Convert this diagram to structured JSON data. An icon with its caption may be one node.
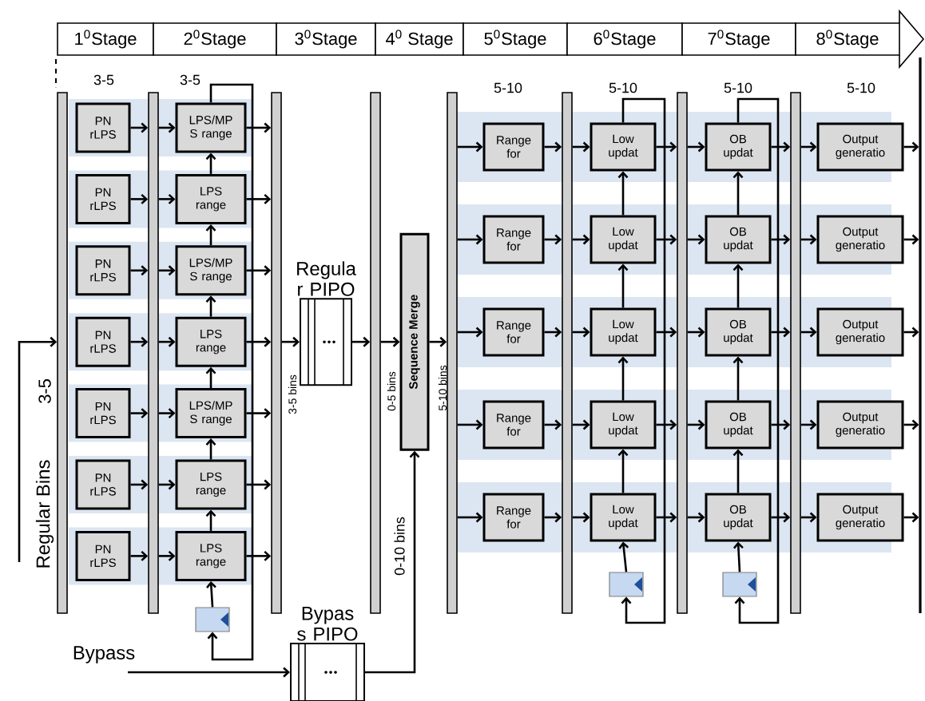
{
  "diagram": {
    "nodes": [
      {
        "text": [
          "1$^{0}$Stage"
        ]
      },
      {
        "text": [
          "2$^{0}$Stage"
        ]
      },
      {
        "text": [
          "3$^{0}$Stage"
        ]
      },
      {
        "text": [
          "4$^{0}$ Stage"
        ]
      },
      {
        "text": [
          "5$^{0}$Stage"
        ]
      },
      {
        "text": [
          "6$^{0}$Stage"
        ]
      },
      {
        "text": [
          "7$^{0}$Stage"
        ]
      },
      {
        "text": [
          "8$^{0}$Stage"
        ]
      },
      {
        "text": [],
        "shape": "bar"
      },
      {
        "text": [],
        "shape": "bar"
      },
      {
        "text": [],
        "shape": "bar"
      },
      {
        "text": [],
        "shape": "bar"
      },
      {
        "text": [],
        "shape": "bar"
      },
      {
        "text": [],
        "shape": "bar"
      },
      {
        "text": [],
        "shape": "bar"
      },
      {
        "text": [],
        "shape": "bar"
      },
      {
        "text": [
          "PN rLPS"
        ]
      },
      {
        "text": [
          "PN rLPS"
        ]
      },
      {
        "text": [
          "PN rLPS"
        ]
      },
      {
        "text": [
          "PN rLPS"
        ]
      },
      {
        "text": [
          "PN rLPS"
        ]
      },
      {
        "text": [
          "PN rLPS"
        ]
      },
      {
        "text": [
          "PN rLPS"
        ]
      },
      {
        "text": [
          "LPS/MP S range"
        ]
      },
      {
        "text": [
          "LPS range"
        ]
      },
      {
        "text": [
          "LPS/MP S range"
        ]
      },
      {
        "text": [
          "LPS range"
        ]
      },
      {
        "text": [
          "LPS/MP S range"
        ]
      },
      {
        "text": [
          "LPS range"
        ]
      },
      {
        "text": [
          "LPS range"
        ]
      },
      {
        "text": [],
        "shape": "box"
      },
      {
        "text": [
          "Regula r PIPO"
        ]
      },
      {
        "text": [
          "Sequence Merge"
        ]
      },
      {
        "text": [
          "Bypass"
        ]
      },
      {
        "text": [
          "Bypas s PIPO"
        ]
      },
      {
        "text": [
          "Range for"
        ]
      },
      {
        "text": [
          "Range for"
        ]
      },
      {
        "text": [
          "Range for"
        ]
      },
      {
        "text": [
          "Range for"
        ]
      },
      {
        "text": [
          "Range for"
        ]
      },
      {
        "text": [
          "Low updat"
        ]
      },
      {
        "text": [
          "Low updat"
        ]
      },
      {
        "text": [
          "Low updat"
        ]
      },
      {
        "text": [
          "Low updat"
        ]
      },
      {
        "text": [
          "Low updat"
        ]
      },
      {
        "text": [],
        "shape": "box"
      },
      {
        "text": [
          "OB updat"
        ]
      },
      {
        "text": [
          "OB updat"
        ]
      },
      {
        "text": [
          "OB updat"
        ]
      },
      {
        "text": [
          "OB updat"
        ]
      },
      {
        "text": [
          "OB updat"
        ]
      },
      {
        "text": [],
        "shape": "box"
      },
      {
        "text": [
          "Output generatio"
        ]
      },
      {
        "text": [
          "Output generatio"
        ]
      },
      {
        "text": [
          "Output generatio"
        ]
      },
      {
        "text": [
          "Output generatio"
        ]
      },
      {
        "text": [
          "Output generatio"
        ]
      },
      {
        "text": [],
        "shape": "line"
      }
    ],
    "edges": [
      {
        "from": null,
        "to": 8,
        "arrow": "to"
      },
      {
        "from": 16,
        "to": 9,
        "arrow": "to"
      },
      {
        "from": 9,
        "to": 23,
        "arrow": "to"
      },
      {
        "from": 23,
        "to": 10,
        "arrow": "to"
      },
      {
        "from": 17,
        "to": 9,
        "arrow": "to"
      },
      {
        "from": 9,
        "to": 24,
        "arrow": "to"
      },
      {
        "from": 24,
        "to": 10,
        "arrow": "to"
      },
      {
        "from": 18,
        "to": 9,
        "arrow": "to"
      },
      {
        "from": 9,
        "to": 25,
        "arrow": "to"
      },
      {
        "from": 25,
        "to": 10,
        "arrow": "to"
      },
      {
        "from": 19,
        "to": 9,
        "arrow": "to"
      },
      {
        "from": 9,
        "to": 26,
        "arrow": "to"
      },
      {
        "from": 26,
        "to": 10,
        "arrow": "to"
      },
      {
        "from": 20,
        "to": 9,
        "arrow": "to"
      },
      {
        "from": 9,
        "to": 27,
        "arrow": "to"
      },
      {
        "from": 27,
        "to": 10,
        "arrow": "to"
      },
      {
        "from": 21,
        "to": 9,
        "arrow": "to"
      },
      {
        "from": 9,
        "to": 28,
        "arrow": "to"
      },
      {
        "from": 28,
        "to": 10,
        "arrow": "to"
      },
      {
        "from": 22,
        "to": 9,
        "arrow": "to"
      },
      {
        "from": 9,
        "to": 29,
        "arrow": "to"
      },
      {
        "from": 29,
        "to": 10,
        "arrow": "to"
      },
      {
        "from": 29,
        "to": 28,
        "arrow": "to"
      },
      {
        "from": 28,
        "to": 27,
        "arrow": "to"
      },
      {
        "from": 27,
        "to": 26,
        "arrow": "to"
      },
      {
        "from": 26,
        "to": 25,
        "arrow": "to"
      },
      {
        "from": 25,
        "to": 24,
        "arrow": "to"
      },
      {
        "from": 24,
        "to": 23,
        "arrow": "to"
      },
      {
        "from": 30,
        "to": 29,
        "arrow": "to"
      },
      {
        "from": 23,
        "to": 30,
        "arrow": "to"
      },
      {
        "from": 10,
        "to": 31,
        "arrow": "to"
      },
      {
        "from": 31,
        "to": 11,
        "arrow": "to"
      },
      {
        "from": 11,
        "to": 32,
        "arrow": "to"
      },
      {
        "from": 32,
        "to": 12,
        "arrow": "to"
      },
      {
        "from": 33,
        "to": 34,
        "arrow": "to"
      },
      {
        "from": 34,
        "to": 32,
        "arrow": "to"
      },
      {
        "from": 12,
        "to": 35,
        "arrow": "to"
      },
      {
        "from": 35,
        "to": 13,
        "arrow": "to"
      },
      {
        "from": 13,
        "to": 40,
        "arrow": "to"
      },
      {
        "from": 40,
        "to": 14,
        "arrow": "to"
      },
      {
        "from": 14,
        "to": 46,
        "arrow": "to"
      },
      {
        "from": 46,
        "to": 15,
        "arrow": "to"
      },
      {
        "from": 15,
        "to": 52,
        "arrow": "to"
      },
      {
        "from": 52,
        "to": 57,
        "arrow": "to"
      },
      {
        "from": 12,
        "to": 36,
        "arrow": "to"
      },
      {
        "from": 36,
        "to": 13,
        "arrow": "to"
      },
      {
        "from": 13,
        "to": 41,
        "arrow": "to"
      },
      {
        "from": 41,
        "to": 14,
        "arrow": "to"
      },
      {
        "from": 14,
        "to": 47,
        "arrow": "to"
      },
      {
        "from": 47,
        "to": 15,
        "arrow": "to"
      },
      {
        "from": 15,
        "to": 53,
        "arrow": "to"
      },
      {
        "from": 53,
        "to": 57,
        "arrow": "to"
      },
      {
        "from": 12,
        "to": 37,
        "arrow": "to"
      },
      {
        "from": 37,
        "to": 13,
        "arrow": "to"
      },
      {
        "from": 13,
        "to": 42,
        "arrow": "to"
      },
      {
        "from": 42,
        "to": 14,
        "arrow": "to"
      },
      {
        "from": 14,
        "to": 48,
        "arrow": "to"
      },
      {
        "from": 48,
        "to": 15,
        "arrow": "to"
      },
      {
        "from": 15,
        "to": 54,
        "arrow": "to"
      },
      {
        "from": 54,
        "to": 57,
        "arrow": "to"
      },
      {
        "from": 12,
        "to": 38,
        "arrow": "to"
      },
      {
        "from": 38,
        "to": 13,
        "arrow": "to"
      },
      {
        "from": 13,
        "to": 43,
        "arrow": "to"
      },
      {
        "from": 43,
        "to": 14,
        "arrow": "to"
      },
      {
        "from": 14,
        "to": 49,
        "arrow": "to"
      },
      {
        "from": 49,
        "to": 15,
        "arrow": "to"
      },
      {
        "from": 15,
        "to": 55,
        "arrow": "to"
      },
      {
        "from": 55,
        "to": 57,
        "arrow": "to"
      },
      {
        "from": 12,
        "to": 39,
        "arrow": "to"
      },
      {
        "from": 39,
        "to": 13,
        "arrow": "to"
      },
      {
        "from": 13,
        "to": 44,
        "arrow": "to"
      },
      {
        "from": 44,
        "to": 14,
        "arrow": "to"
      },
      {
        "from": 14,
        "to": 50,
        "arrow": "to"
      },
      {
        "from": 50,
        "to": 15,
        "arrow": "to"
      },
      {
        "from": 15,
        "to": 56,
        "arrow": "to"
      },
      {
        "from": 56,
        "to": 57,
        "arrow": "to"
      },
      {
        "from": 44,
        "to": 43,
        "arrow": "to"
      },
      {
        "from": 43,
        "to": 42,
        "arrow": "to"
      },
      {
        "from": 42,
        "to": 41,
        "arrow": "to"
      },
      {
        "from": 41,
        "to": 40,
        "arrow": "to"
      },
      {
        "from": 45,
        "to": 44,
        "arrow": "to"
      },
      {
        "from": 40,
        "to": 45,
        "arrow": "to"
      },
      {
        "from": 50,
        "to": 49,
        "arrow": "to"
      },
      {
        "from": 49,
        "to": 48,
        "arrow": "to"
      },
      {
        "from": 48,
        "to": 47,
        "arrow": "to"
      },
      {
        "from": 47,
        "to": 46,
        "arrow": "to"
      },
      {
        "from": 51,
        "to": 50,
        "arrow": "to"
      },
      {
        "from": 46,
        "to": 51,
        "arrow": "to"
      }
    ],
    "labels": [
      "3-5",
      "3-5",
      "5-10",
      "5-10",
      "5-10",
      "5-10",
      "3-5 bins",
      "0-5 bins",
      "5-10 bins",
      "3-5",
      "Regular Bins",
      "0-10 bins"
    ]
  }
}
